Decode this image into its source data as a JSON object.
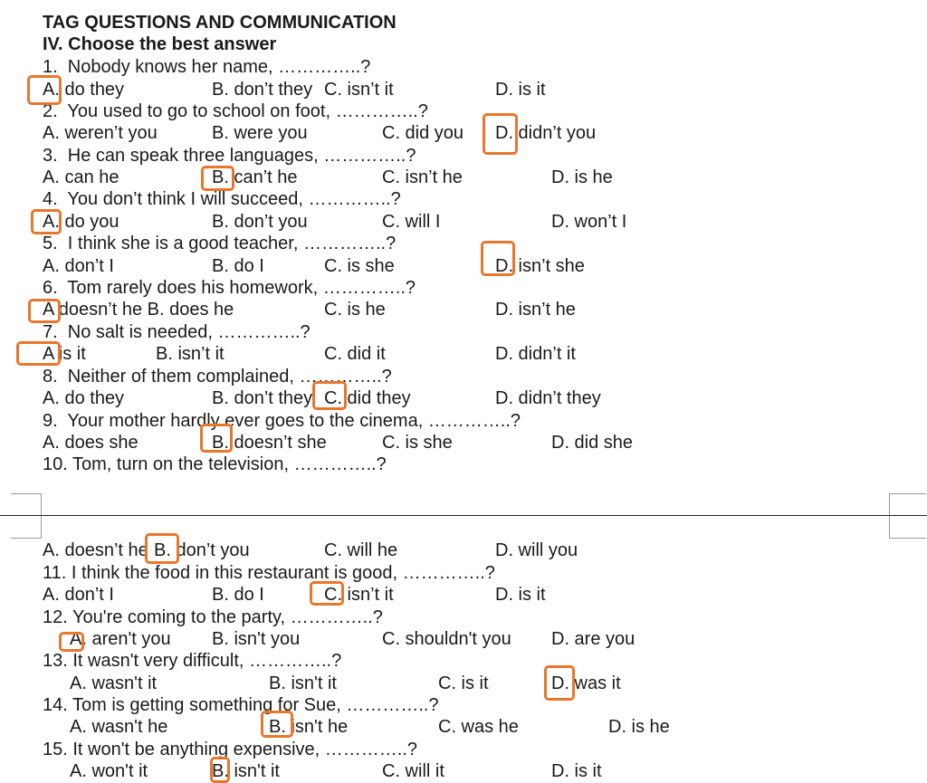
{
  "doc": {
    "title": "TAG QUESTIONS AND COMMUNICATION",
    "section": "IV. Choose the best answer",
    "questions": [
      {
        "q": "1.  Nobody knows her name, …………..?",
        "a": "A. do they",
        "b": "B. don’t they",
        "c": "C. isn’t it",
        "d": "D. is it"
      },
      {
        "q": "2.  You used to go to school on foot, …………..?",
        "a": "A. weren’t you",
        "b": "B. were you",
        "c": "C. did you",
        "d": "D. didn’t you"
      },
      {
        "q": "3.  He can speak three languages, …………..?",
        "a": "A. can he",
        "b": "B. can’t he",
        "c": "C. isn’t he",
        "d": "D. is he"
      },
      {
        "q": "4.  You don’t think I will succeed, …………..?",
        "a": "A. do you",
        "b": "B. don’t you",
        "c": "C. will I",
        "d": "D. won’t I"
      },
      {
        "q": "5.  I think she is a good teacher, …………..?",
        "a": "A. don’t I",
        "b": "B. do I",
        "c": "C. is she",
        "d": "D. isn’t she"
      },
      {
        "q": "6.  Tom rarely does his homework, …………..?",
        "a": "A doesn’t he B. does he",
        "c": "C. is he",
        "d": "D. isn’t he"
      },
      {
        "q": "7.  No salt is needed, …………..?",
        "a": "A is it",
        "b": "B. isn’t it",
        "c": "C. did it",
        "d": "D. didn’t it"
      },
      {
        "q": "8.  Neither of them complained, …………..?",
        "a": "A. do they",
        "b": "B. don’t they",
        "c": "C. did they",
        "d": "D. didn’t they"
      },
      {
        "q": "9.  Your mother hardly ever goes to the cinema, …………..?",
        "a": "A. does she",
        "b": "B. doesn’t she",
        "c": "C. is she",
        "d": "D. did she"
      },
      {
        "q": "10. Tom, turn on the television, …………..?",
        "a": "A. doesn’t he",
        "b": "B. don’t you",
        "c": "C. will he",
        "d": "D. will you"
      },
      {
        "q": "11. I think the food in this restaurant is good, …………..?",
        "a": "A. don’t I",
        "b": "B. do I",
        "c": "C. isn’t it",
        "d": "D. is it"
      },
      {
        "q": "12. You're coming to the party, …………..?",
        "a": "A. aren't you",
        "b": "B. isn't you",
        "c": "C. shouldn't you",
        "d": "D. are you"
      },
      {
        "q": "13. It wasn't very difficult, …………..?",
        "a": "A. wasn't it",
        "b": "B. isn't it",
        "c": "C. is it",
        "d": "D. was it"
      },
      {
        "q": "14. Tom is getting something for Sue, …………..?",
        "a": "A. wasn't he",
        "b": "B. isn't he",
        "c": "C. was he",
        "d": "D. is he"
      },
      {
        "q": "15. It won't be anything expensive, …………..?",
        "a": "A. won't it",
        "b": "B. isn't it",
        "c": "C. will it",
        "d": "D. is it"
      }
    ]
  },
  "colors": {
    "highlight": "#e8772e"
  }
}
